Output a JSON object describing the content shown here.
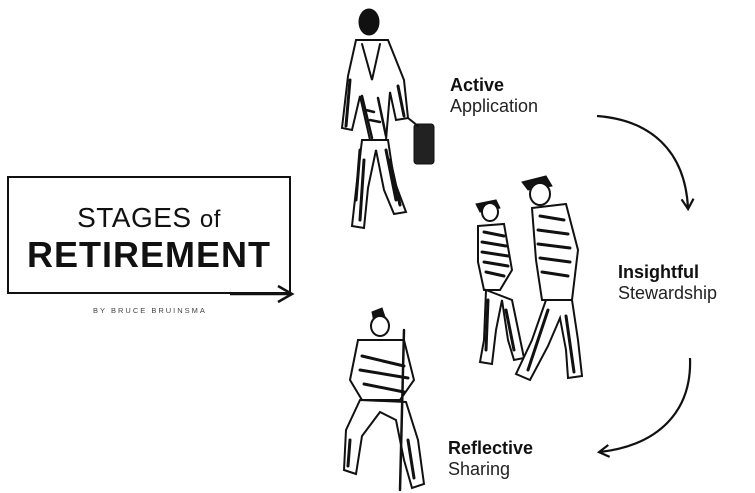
{
  "title": {
    "line1_main": "STAGES",
    "line1_small": "of",
    "line2": "RETIREMENT"
  },
  "byline": "BY BRUCE BRUINSMA",
  "stages": [
    {
      "name": "Active",
      "subtitle": "Application"
    },
    {
      "name": "Insightful",
      "subtitle": "Stewardship"
    },
    {
      "name": "Reflective",
      "subtitle": "Sharing"
    }
  ],
  "colors": {
    "ink": "#111111",
    "background": "#ffffff"
  }
}
